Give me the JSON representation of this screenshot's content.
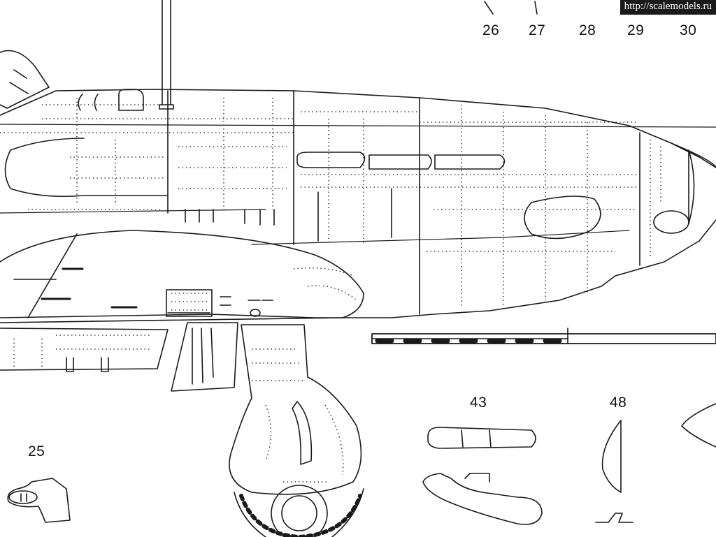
{
  "watermark": "http://scalemodels.ru",
  "callouts": {
    "top": [
      "26",
      "27",
      "28",
      "29",
      "30"
    ],
    "c25": "25",
    "c43": "43",
    "c48": "48"
  },
  "colors": {
    "ink": "#1a1a1a",
    "paper": "#ffffff"
  }
}
